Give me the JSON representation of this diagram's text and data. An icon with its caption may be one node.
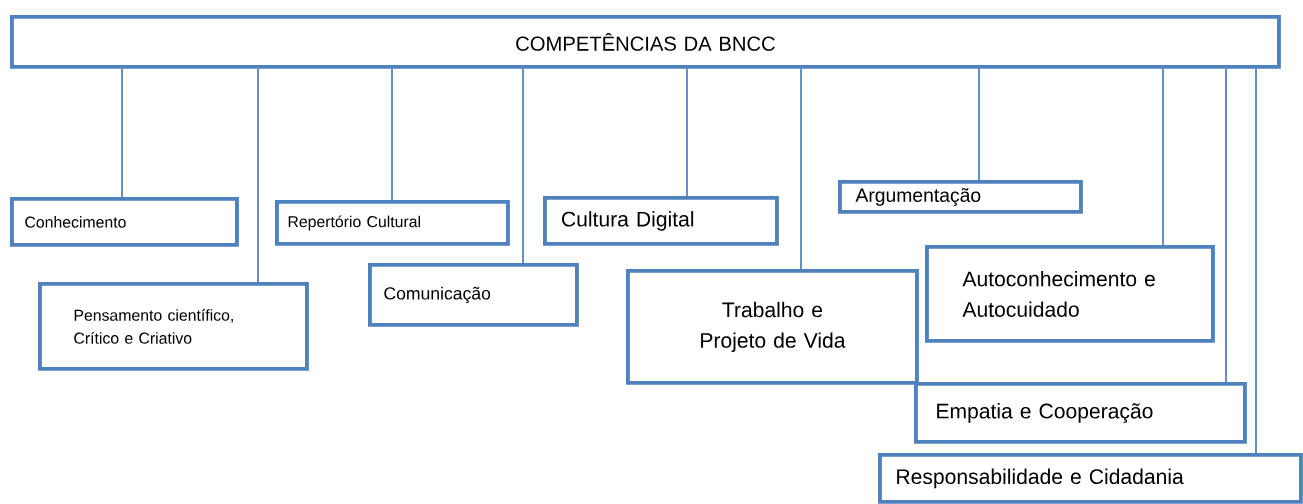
{
  "diagram": {
    "nodes": [
      {
        "text": [
          "COMPETÊNCIAS DA BNCC"
        ]
      },
      {
        "text": [
          "Conhecimento"
        ]
      },
      {
        "text": [
          "Pensamento científico, Crítico e Criativo"
        ]
      },
      {
        "text": [
          "Repertório Cultural"
        ]
      },
      {
        "text": [
          "Comunicação"
        ]
      },
      {
        "text": [
          "Cultura Digital"
        ]
      },
      {
        "text": [
          "Trabalho e Projeto de Vida"
        ]
      },
      {
        "text": [
          "Argumentação"
        ]
      },
      {
        "text": [
          "Autoconhecimento e Autocuidado"
        ]
      },
      {
        "text": [
          "Empatia e Cooperação"
        ]
      },
      {
        "text": [
          "Responsabilidade e Cidadania"
        ]
      }
    ],
    "edges": [
      {
        "from": 0,
        "to": 1,
        "arrow": "none"
      },
      {
        "from": 0,
        "to": 2,
        "arrow": "none"
      },
      {
        "from": 0,
        "to": 3,
        "arrow": "none"
      },
      {
        "from": 0,
        "to": 4,
        "arrow": "none"
      },
      {
        "from": 0,
        "to": 5,
        "arrow": "none"
      },
      {
        "from": 0,
        "to": 6,
        "arrow": "none"
      },
      {
        "from": 0,
        "to": 7,
        "arrow": "none"
      },
      {
        "from": 0,
        "to": 8,
        "arrow": "none"
      },
      {
        "from": 0,
        "to": 9,
        "arrow": "none"
      },
      {
        "from": 0,
        "to": 10,
        "arrow": "none"
      }
    ]
  }
}
